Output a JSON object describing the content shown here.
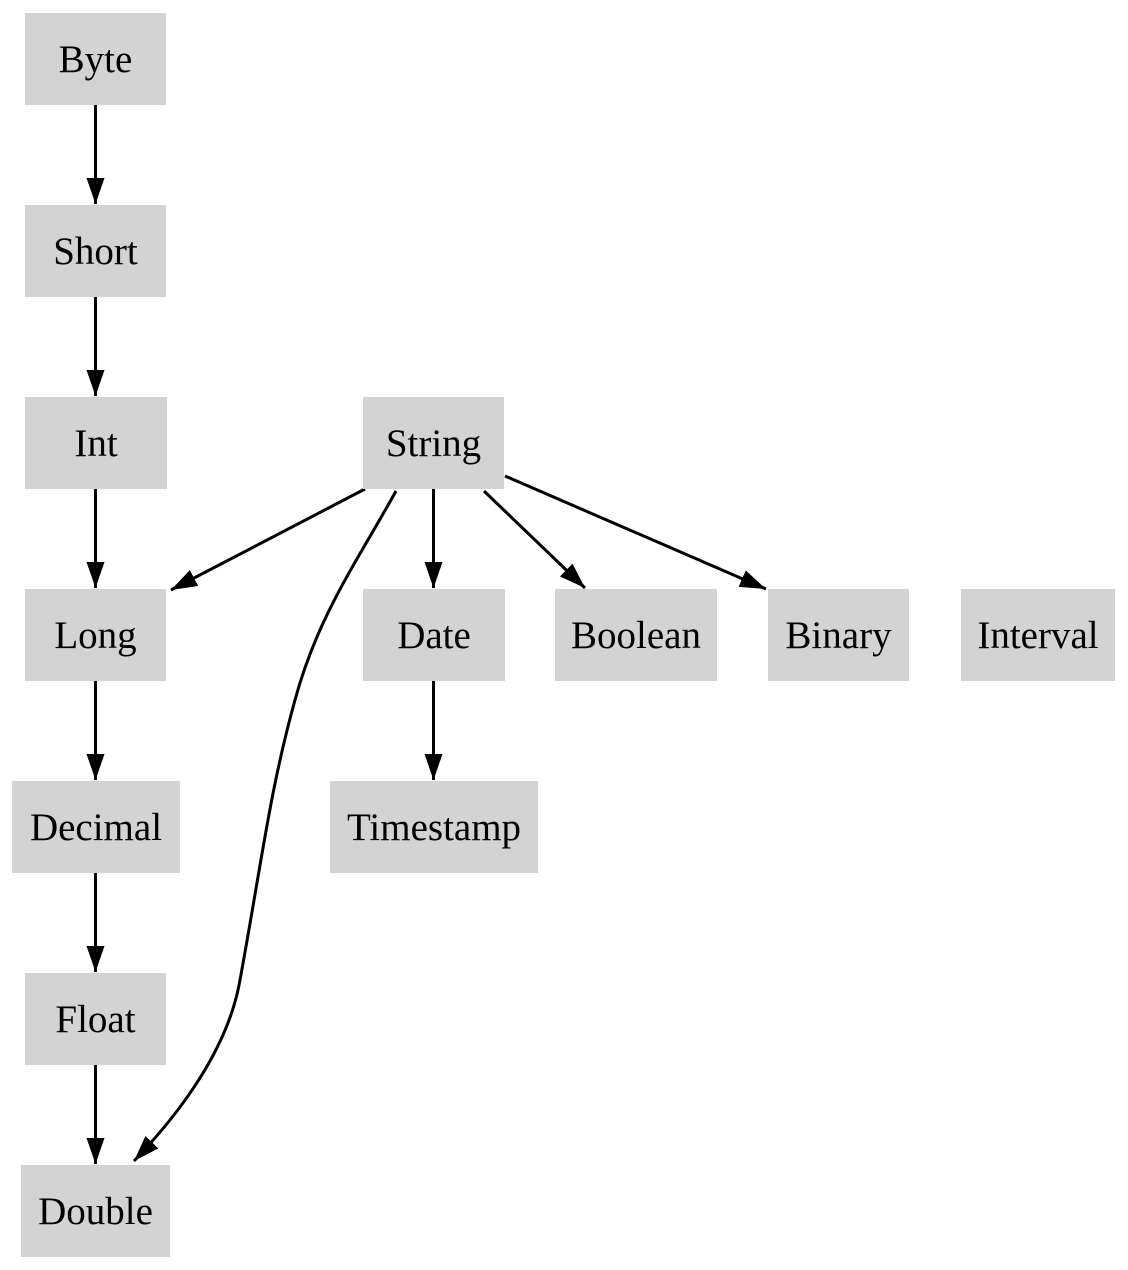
{
  "colors": {
    "background": "#ffffff",
    "node_fill": "#d3d3d3",
    "edge_color": "#000000",
    "text_color": "#000000"
  },
  "diagram": {
    "type": "directed-graph",
    "description_of_content": "Type coercion hierarchy diagram with gray rectangular nodes and black arrows",
    "edges": [
      {
        "from": "Byte",
        "to": "Short"
      },
      {
        "from": "Short",
        "to": "Int"
      },
      {
        "from": "Int",
        "to": "Long"
      },
      {
        "from": "Long",
        "to": "Decimal"
      },
      {
        "from": "Decimal",
        "to": "Float"
      },
      {
        "from": "Float",
        "to": "Double"
      },
      {
        "from": "String",
        "to": "Long"
      },
      {
        "from": "String",
        "to": "Date"
      },
      {
        "from": "String",
        "to": "Boolean"
      },
      {
        "from": "String",
        "to": "Binary"
      },
      {
        "from": "String",
        "to": "Double"
      },
      {
        "from": "Date",
        "to": "Timestamp"
      }
    ]
  },
  "nodes": {
    "byte": {
      "label": "Byte"
    },
    "short": {
      "label": "Short"
    },
    "int": {
      "label": "Int"
    },
    "string": {
      "label": "String"
    },
    "long": {
      "label": "Long"
    },
    "date": {
      "label": "Date"
    },
    "boolean": {
      "label": "Boolean"
    },
    "binary": {
      "label": "Binary"
    },
    "interval": {
      "label": "Interval"
    },
    "decimal": {
      "label": "Decimal"
    },
    "timestamp": {
      "label": "Timestamp"
    },
    "float": {
      "label": "Float"
    },
    "double": {
      "label": "Double"
    }
  }
}
